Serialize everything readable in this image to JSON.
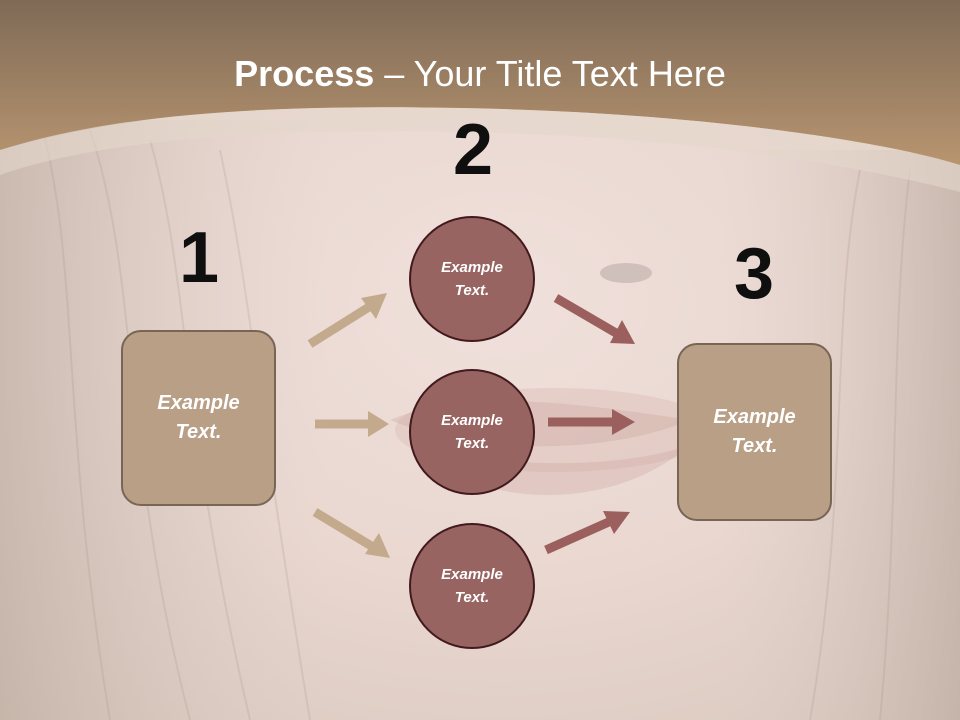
{
  "title": {
    "bold": "Process",
    "separator": "–",
    "rest": "Your Title Text Here"
  },
  "steps": {
    "one": "1",
    "two": "2",
    "three": "3"
  },
  "shapes": {
    "box_left_line1": "Example",
    "box_left_line2": "Text.",
    "circle_top_line1": "Example",
    "circle_top_line2": "Text.",
    "circle_mid_line1": "Example",
    "circle_mid_line2": "Text.",
    "circle_bottom_line1": "Example",
    "circle_bottom_line2": "Text.",
    "box_right_line1": "Example",
    "box_right_line2": "Text."
  },
  "colors": {
    "header": "#b89570",
    "box_fill": "#b89f86",
    "circle_fill": "#986462",
    "arrow_light": "#c4aa8d",
    "arrow_dark": "#9b5f5d"
  }
}
